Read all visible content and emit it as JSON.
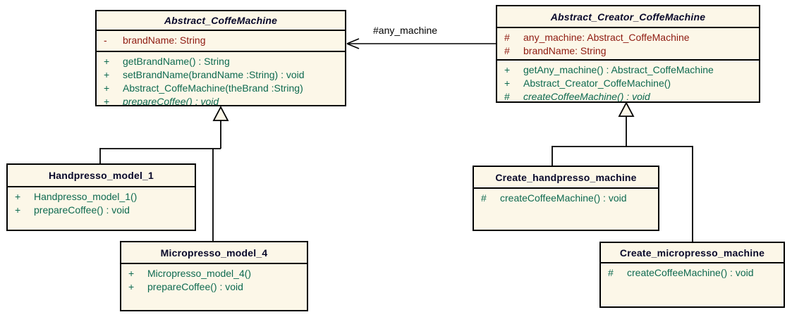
{
  "diagram_type": "uml-class-diagram",
  "colors": {
    "box_fill": "#FCF7E8",
    "box_border": "#000000",
    "title_text": "#08082a",
    "attribute_text": "#8e1a10",
    "method_text": "#0e6a50",
    "line": "#000000",
    "label_text": "#000000"
  },
  "classes": {
    "abstract_coffemachine": {
      "title": "Abstract_CoffeMachine",
      "abstract": true,
      "attributes": [
        {
          "vis": "-",
          "text": "brandName: String",
          "italic": false
        }
      ],
      "methods": [
        {
          "vis": "+",
          "text": "getBrandName() : String",
          "italic": false
        },
        {
          "vis": "+",
          "text": "setBrandName(brandName :String) : void",
          "italic": false
        },
        {
          "vis": "+",
          "text": "Abstract_CoffeMachine(theBrand :String)",
          "italic": false
        },
        {
          "vis": "+",
          "text": "prepareCoffee() : void",
          "italic": true
        }
      ]
    },
    "abstract_creator_coffemachine": {
      "title": "Abstract_Creator_CoffeMachine",
      "abstract": true,
      "attributes": [
        {
          "vis": "#",
          "text": "any_machine: Abstract_CoffeMachine",
          "italic": false
        },
        {
          "vis": "#",
          "text": "brandName: String",
          "italic": false
        }
      ],
      "methods": [
        {
          "vis": "+",
          "text": "getAny_machine() : Abstract_CoffeMachine",
          "italic": false
        },
        {
          "vis": "+",
          "text": "Abstract_Creator_CoffeMachine()",
          "italic": false
        },
        {
          "vis": "#",
          "text": "createCoffeeMachine() : void",
          "italic": true
        }
      ]
    },
    "handpresso_model_1": {
      "title": "Handpresso_model_1",
      "abstract": false,
      "attributes": [],
      "methods": [
        {
          "vis": "+",
          "text": "Handpresso_model_1()",
          "italic": false
        },
        {
          "vis": "+",
          "text": "prepareCoffee() : void",
          "italic": false
        }
      ]
    },
    "micropresso_model_4": {
      "title": "Micropresso_model_4",
      "abstract": false,
      "attributes": [],
      "methods": [
        {
          "vis": "+",
          "text": "Micropresso_model_4()",
          "italic": false
        },
        {
          "vis": "+",
          "text": "prepareCoffee() : void",
          "italic": false
        }
      ]
    },
    "create_handpresso_machine": {
      "title": "Create_handpresso_machine",
      "abstract": false,
      "attributes": [],
      "methods": [
        {
          "vis": "#",
          "text": "createCoffeeMachine() : void",
          "italic": false
        }
      ]
    },
    "create_micropresso_machine": {
      "title": "Create_micropresso_machine",
      "abstract": false,
      "attributes": [],
      "methods": [
        {
          "vis": "#",
          "text": "createCoffeeMachine() : void",
          "italic": false
        }
      ]
    }
  },
  "relationships": {
    "association_label": "#any_machine",
    "generalizations": [
      "Handpresso_model_1 -> Abstract_CoffeMachine",
      "Micropresso_model_4 -> Abstract_CoffeMachine",
      "Create_handpresso_machine -> Abstract_Creator_CoffeMachine",
      "Create_micropresso_machine -> Abstract_Creator_CoffeMachine"
    ]
  }
}
